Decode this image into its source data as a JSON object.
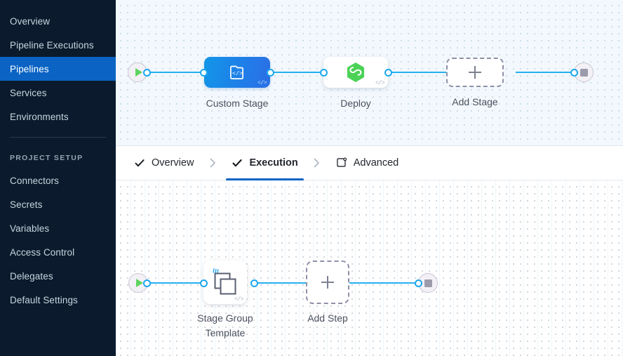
{
  "sidebar": {
    "items": [
      {
        "label": "Overview",
        "active": false
      },
      {
        "label": "Pipeline Executions",
        "active": false
      },
      {
        "label": "Pipelines",
        "active": true
      },
      {
        "label": "Services",
        "active": false
      },
      {
        "label": "Environments",
        "active": false
      }
    ],
    "section_label": "PROJECT SETUP",
    "setup_items": [
      {
        "label": "Connectors"
      },
      {
        "label": "Secrets"
      },
      {
        "label": "Variables"
      },
      {
        "label": "Access Control"
      },
      {
        "label": "Delegates"
      },
      {
        "label": "Default Settings"
      }
    ],
    "active_color": "#0b64c4",
    "background_color": "#0b1b2d"
  },
  "tabs": [
    {
      "label": "Overview",
      "icon": "check-icon",
      "active": false
    },
    {
      "label": "Execution",
      "icon": "check-icon",
      "active": true
    },
    {
      "label": "Advanced",
      "icon": "advanced-settings-icon",
      "active": false
    }
  ],
  "tab_separator": "chevron-right-icon",
  "stage_canvas": {
    "start_node": "play-icon",
    "end_node": "stop-icon",
    "nodes": [
      {
        "label": "Custom Stage",
        "type": "custom-stage",
        "icon": "code-stage-icon",
        "badge": "</>"
      },
      {
        "label": "Deploy",
        "type": "deploy-stage",
        "icon": "harness-cd-hexagon-icon",
        "badge": "</>"
      },
      {
        "label": "Add Stage",
        "type": "add-placeholder",
        "icon": "plus-icon"
      }
    ],
    "connector_color": "#25b0f0",
    "custom_stage_color": "#1f7fe8",
    "deploy_icon_color": "#4bd257"
  },
  "step_canvas": {
    "start_node": "play-icon",
    "end_node": "stop-icon",
    "nodes": [
      {
        "label": "Stage Group\nTemplate",
        "type": "template-step",
        "icon": "stacked-squares-icon",
        "badge": "</>"
      },
      {
        "label": "Add Step",
        "type": "add-placeholder",
        "icon": "plus-icon"
      }
    ],
    "connector_color": "#25b0f0"
  }
}
